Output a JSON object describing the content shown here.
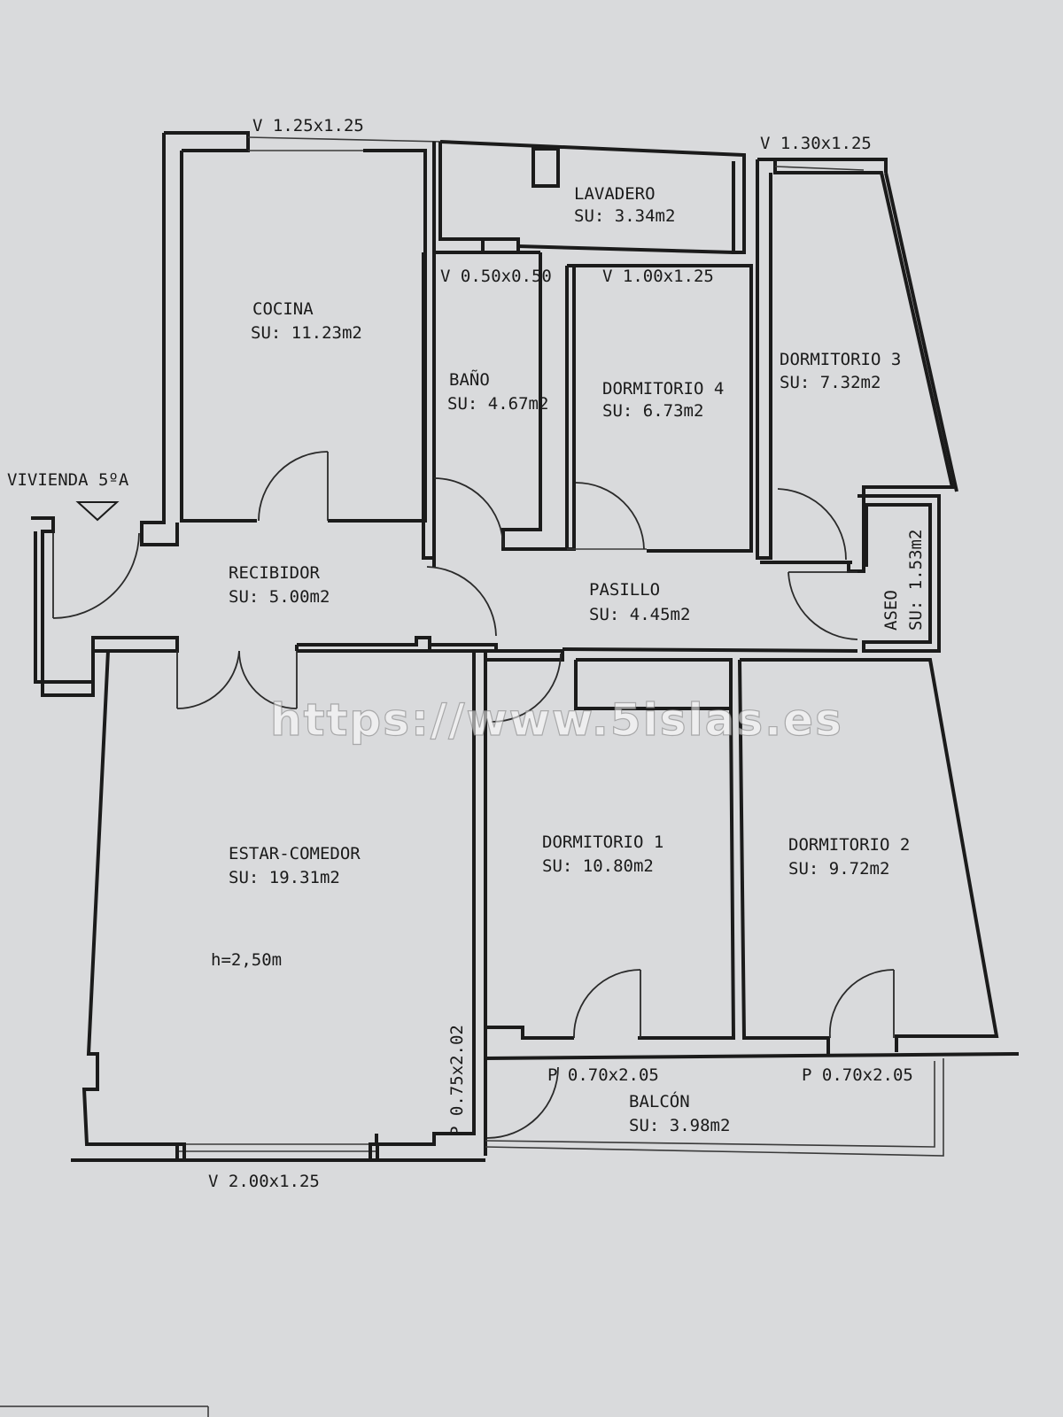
{
  "background": "#d9dadc",
  "ink": "#1b1b1b",
  "dwelling": {
    "name": "VIVIENDA 5ºA"
  },
  "rooms": [
    {
      "name": "COCINA",
      "area": "SU: 11.23m2"
    },
    {
      "name": "LAVADERO",
      "area": "SU: 3.34m2"
    },
    {
      "name": "BAÑO",
      "area": "SU: 4.67m2"
    },
    {
      "name": "DORMITORIO 4",
      "area": "SU: 6.73m2"
    },
    {
      "name": "DORMITORIO 3",
      "area": "SU: 7.32m2"
    },
    {
      "name": "RECIBIDOR",
      "area": "SU: 5.00m2"
    },
    {
      "name": "PASILLO",
      "area": "SU: 4.45m2"
    },
    {
      "name": "ASEO",
      "area": "SU: 1.53m2"
    },
    {
      "name": "ESTAR-COMEDOR",
      "area": "SU: 19.31m2",
      "height": "h=2,50m"
    },
    {
      "name": "DORMITORIO 1",
      "area": "SU: 10.80m2"
    },
    {
      "name": "DORMITORIO 2",
      "area": "SU: 9.72m2"
    },
    {
      "name": "BALCÓN",
      "area": "SU: 3.98m2"
    }
  ],
  "openings": {
    "window_kitchen": "V 1.25x1.25",
    "window_dorm3": "V 1.30x1.25",
    "window_bath": "V 0.50x0.50",
    "window_dorm4": "V 1.00x1.25",
    "window_living": "V 2.00x1.25",
    "door_living_balcony": "P 0.75x2.02",
    "door_dorm1": "P 0.70x2.05",
    "door_dorm2": "P 0.70x2.05"
  },
  "watermark": "https://www.5islas.es"
}
